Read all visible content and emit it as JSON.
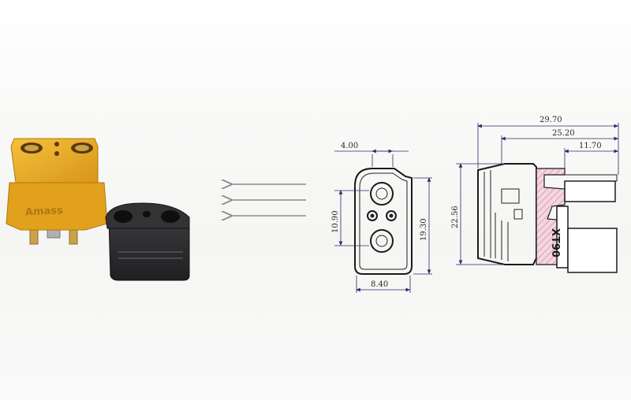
{
  "colors": {
    "housing_yellow": "#e9ab1e",
    "housing_shadow": "#c88a10",
    "cap_black": "#2c2c2e",
    "pins_gold": "#c9a24a",
    "arrow_gray": "#8a8a8a",
    "dimension_line": "#2b2b6b",
    "hatch_pink": "#e9b6c8"
  },
  "product": {
    "brand_text": "Amass"
  },
  "front_view": {
    "dims": {
      "top_width": "4.00",
      "inner_height": "10.90",
      "outer_height": "19.30",
      "bottom_width": "8.40"
    }
  },
  "side_view": {
    "dims": {
      "overall_length": "29.70",
      "mid_length": "25.20",
      "pin_length": "11.70",
      "height": "22.56"
    },
    "part_marking": "XT90"
  }
}
